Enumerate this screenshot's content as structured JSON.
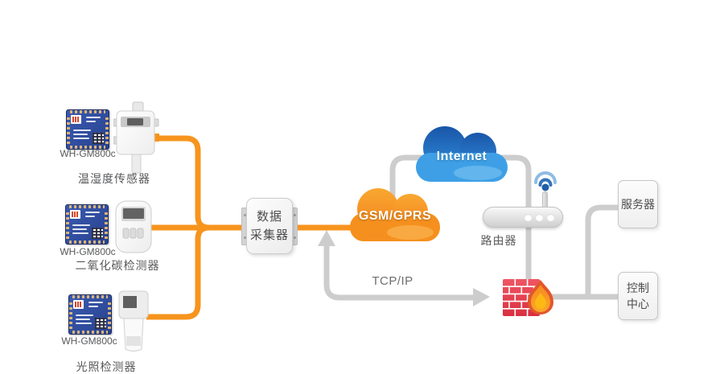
{
  "diagram_title": "",
  "sensors": [
    {
      "module_label": "WH-GM800c",
      "device_label": "温湿度传感器",
      "device_icon": "wall-mount-sensor-icon"
    },
    {
      "module_label": "WH-GM800c",
      "device_label": "二氧化碳检测器",
      "device_icon": "handheld-detector-icon"
    },
    {
      "module_label": "WH-GM800c",
      "device_label": "光照检测器",
      "device_icon": "light-meter-icon"
    }
  ],
  "collector": {
    "lines": [
      "数据",
      "采集器"
    ]
  },
  "clouds": {
    "gsm": {
      "label": "GSM/GPRS"
    },
    "internet": {
      "label": "Internet"
    }
  },
  "router": {
    "label": "路由器",
    "icon": "wifi-router-icon"
  },
  "protocol_label": "TCP/IP",
  "firewall": {
    "icon": "firewall-brick-flame-icon"
  },
  "endpoints": {
    "server": {
      "label": "服务器"
    },
    "control": {
      "lines": [
        "控制",
        "中心"
      ]
    }
  },
  "colors": {
    "orange_line": "#F7941E",
    "gray_line": "#CDCDCD",
    "label_text": "#58595B",
    "gsm_cloud": "#F5901E",
    "internet_cloud": "#2F86D6",
    "firewall_red": "#E23B4E",
    "chip_blue": "#2E4D9E"
  }
}
